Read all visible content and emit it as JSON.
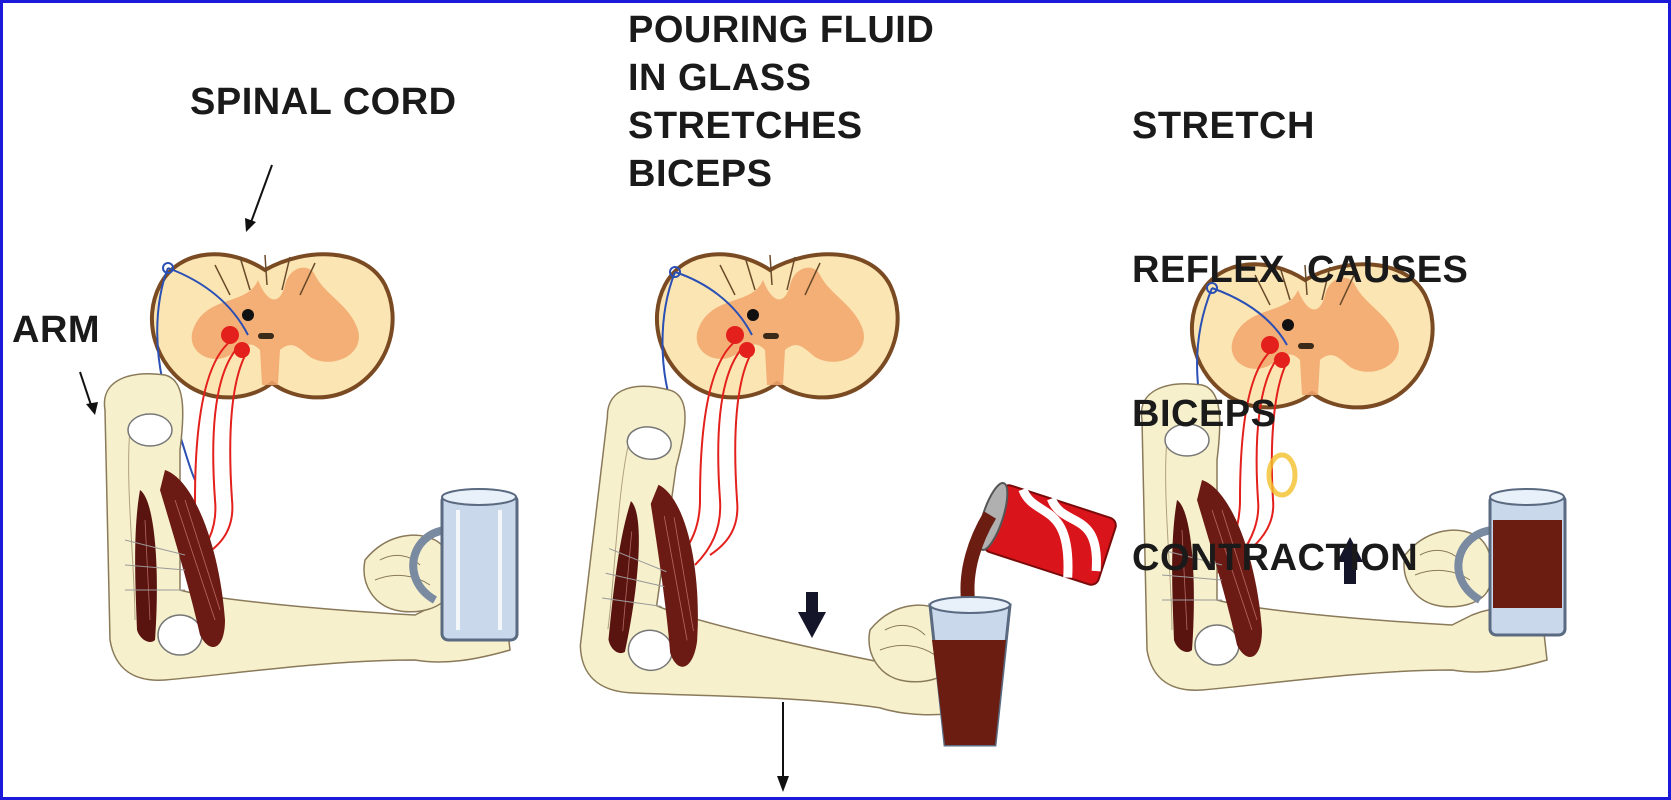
{
  "labels": {
    "spinal_cord": "SPINAL CORD",
    "arm": "ARM"
  },
  "panel2_caption": [
    "POURING FLUID",
    "IN GLASS",
    "STRETCHES",
    "BICEPS"
  ],
  "panel3_caption": [
    "STRETCH",
    "REFLEX  CAUSES",
    "BICEPS",
    "CONTRACTION"
  ],
  "colors": {
    "frame": "#1a1ad8",
    "skin": "#f6f1cc",
    "cord_white": "#fbe6b3",
    "cord_gray": "#f2a56c",
    "cord_outline": "#7a4a22",
    "motor_neuron": "#e3201b",
    "sensory_neuron": "#2a4fb5",
    "muscle": "#6b1a14",
    "mug_glass": "#c9d8ea",
    "fluid": "#6b1d12",
    "can_red": "#d9141b",
    "arrow": "#15152a"
  },
  "icons": {
    "down_arrow": "down-arrow-icon",
    "up_arrow": "up-arrow-icon"
  }
}
